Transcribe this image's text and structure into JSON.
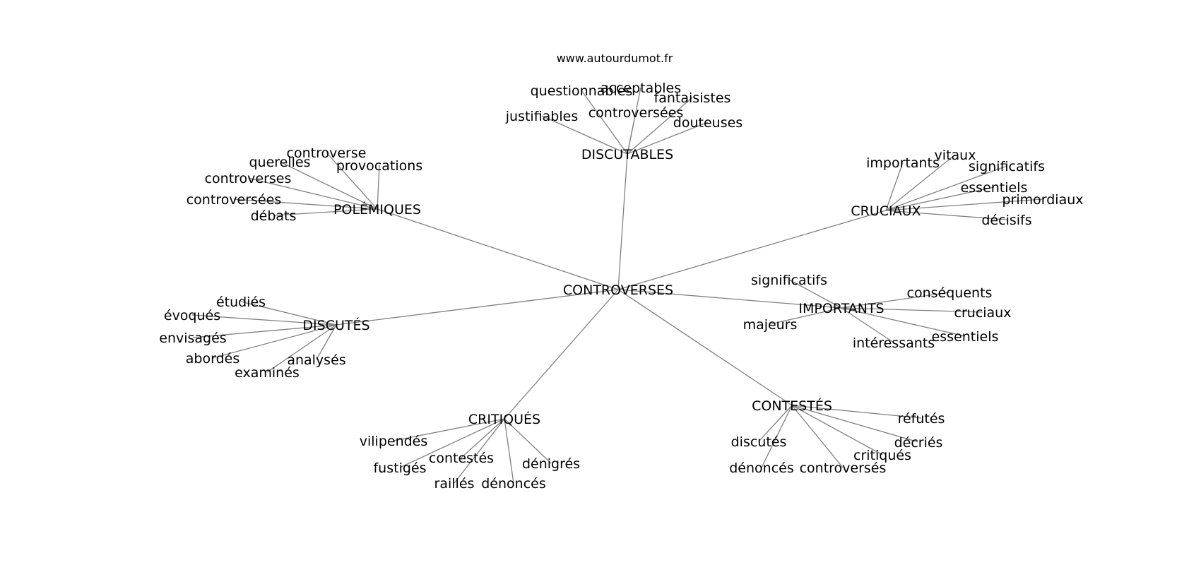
{
  "site": "www.autourdumot.fr",
  "graph": {
    "center": "CONTROVERSES",
    "groups": [
      {
        "id": "discutables",
        "label": "DISCUTABLES",
        "leaves": [
          "justifiables",
          "questionnables",
          "acceptables",
          "controversées",
          "fantaisistes",
          "douteuses"
        ]
      },
      {
        "id": "polemiques",
        "label": "POLÉMIQUES",
        "leaves": [
          "controverse",
          "querelles",
          "provocations",
          "controverses",
          "controversées",
          "débats"
        ]
      },
      {
        "id": "cruciaux",
        "label": "CRUCIAUX",
        "leaves": [
          "importants",
          "vitaux",
          "significatifs",
          "essentiels",
          "primordiaux",
          "décisifs"
        ]
      },
      {
        "id": "importants",
        "label": "IMPORTANTS",
        "leaves": [
          "significatifs",
          "conséquents",
          "cruciaux",
          "majeurs",
          "intéressants",
          "essentiels"
        ]
      },
      {
        "id": "discutes",
        "label": "DISCUTÉS",
        "leaves": [
          "étudiés",
          "évoqués",
          "envisagés",
          "abordés",
          "analysés",
          "examinés"
        ]
      },
      {
        "id": "critiques",
        "label": "CRITIQUÉS",
        "leaves": [
          "vilipendés",
          "fustigés",
          "contestés",
          "raillés",
          "dénoncés",
          "dénigrés"
        ]
      },
      {
        "id": "contestes",
        "label": "CONTESTÉS",
        "leaves": [
          "réfutés",
          "discutés",
          "décriés",
          "critiqués",
          "dénoncés",
          "controversés"
        ]
      }
    ]
  }
}
